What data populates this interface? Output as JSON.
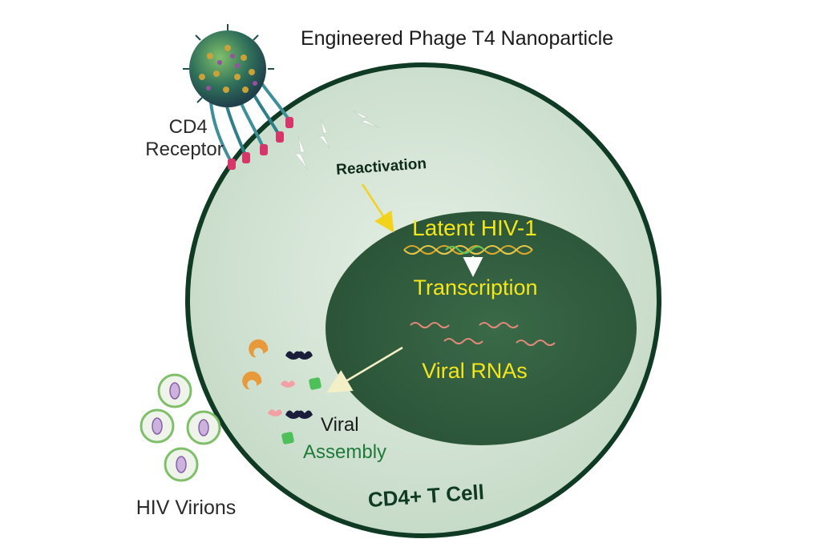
{
  "title": "Engineered Phage T4 Nanoparticle",
  "labels": {
    "receptor": [
      "CD4",
      "Receptor"
    ],
    "reactivation": "Reactivation",
    "latent": "Latent HIV-1",
    "transcription": "Transcription",
    "viral_rnas": "Viral RNAs",
    "assembly": [
      "Viral",
      "Assembly"
    ],
    "cell": "CD4+ T Cell",
    "virions": "HIV Virions"
  },
  "colors": {
    "cell_fill": "#d3e4d4",
    "cell_border": "#0f3a24",
    "nucleus_fill": "#2f5a3c",
    "nucleus_text": "#f5e61a",
    "rna": "#e58a7a",
    "assembly_text": "#1f7a3a",
    "cell_text": "#0f3a24"
  },
  "icons": [
    "phage-nanoparticle-icon",
    "lightning-icon",
    "dna-helix-icon",
    "rna-strand-icon",
    "viral-protein-icon",
    "virion-icon"
  ]
}
